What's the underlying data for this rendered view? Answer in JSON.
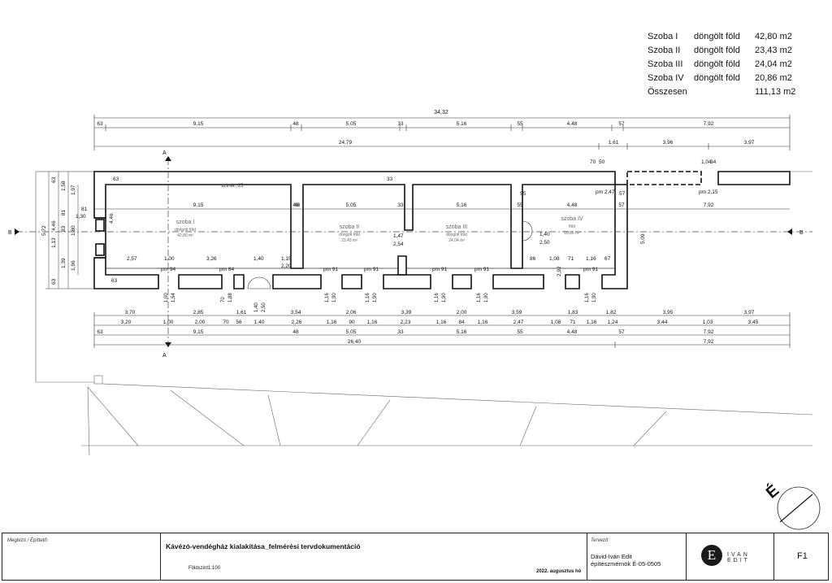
{
  "areas": {
    "rows": [
      {
        "name": "Szoba I",
        "floor": "döngölt föld",
        "area": "42,80 m2"
      },
      {
        "name": "Szoba II",
        "floor": "döngölt föld",
        "area": "23,43 m2"
      },
      {
        "name": "Szoba III",
        "floor": "döngölt föld",
        "area": "24,04 m2"
      },
      {
        "name": "Szoba IV",
        "floor": "döngölt föld",
        "area": "20,86 m2"
      }
    ],
    "total_label": "Összesen",
    "total_value": "111,13 m2"
  },
  "dims": {
    "overall": "34,32",
    "row2": [
      "63",
      "9,15",
      "48",
      "5,05",
      "33",
      "5,16",
      "55",
      "4,48",
      "57",
      "7,92"
    ],
    "row3": [
      "24,79",
      "1,61",
      "3,96",
      "3,97"
    ],
    "inner": [
      "9,15",
      "48",
      "5,05",
      "33",
      "5,16",
      "55",
      "4,48",
      "57",
      "7,92"
    ],
    "b1": [
      "3,70",
      "2,85",
      "1,61",
      "3,54",
      "2,06",
      "3,39",
      "2,00",
      "3,59",
      "1,83",
      "1,82",
      "3,95",
      "3,97"
    ],
    "b2": [
      "3,20",
      "1,00",
      "2,00",
      "70",
      "56",
      "1,40",
      "2,26",
      "1,16",
      "90",
      "1,16",
      "2,23",
      "1,16",
      "84",
      "1,16",
      "2,47",
      "1,08",
      "71",
      "1,16",
      "1,24",
      "3,44",
      "1,03",
      "3,45"
    ],
    "b3": [
      "63",
      "9,15",
      "48",
      "5,05",
      "33",
      "5,16",
      "55",
      "4,48",
      "57",
      "7,92"
    ],
    "b4": [
      "26,40",
      "7,92"
    ],
    "left": [
      "5,72",
      "4,46",
      "1,58",
      "1,97",
      "63",
      "81",
      "1,13",
      "83",
      "1,80",
      "1,39",
      "1,96",
      "63"
    ],
    "misc": [
      "1,30",
      "81",
      "4,46",
      "2,57",
      "1,00",
      "3,26",
      "1,40",
      "1,15",
      "2,20",
      "1,47",
      "2,54",
      "1,40",
      "2,50",
      "86",
      "1,08",
      "71",
      "1,16",
      "67",
      "2,92",
      "5,09",
      "70",
      "50",
      "1,04",
      "34",
      "63",
      "48",
      "33",
      "55",
      "57",
      "63"
    ],
    "openings": [
      "pm 94",
      "pm 84",
      "pm 91",
      "pm 91",
      "pm 91",
      "pm 91",
      "pm 91",
      "pm 2,47",
      "pm 2,15"
    ],
    "sills": [
      "1,00",
      "1,54",
      "70",
      "1,88",
      "1,40",
      "2,50",
      "1,16",
      "1,90",
      "1,16",
      "1,90",
      "1,16",
      "1,90",
      "1,16",
      "1,90",
      "1,16",
      "1,90"
    ],
    "level": "szintk.:15"
  },
  "rooms": [
    {
      "name": "szoba I",
      "floor": "döngölt föld",
      "area": "42,80 m²"
    },
    {
      "name": "szoba II",
      "floor": "döngölt föld",
      "area": "23,43 m²"
    },
    {
      "name": "szoba III",
      "floor": "döngölt föld",
      "area": "24,04 m²"
    },
    {
      "name": "szoba IV",
      "floor": "föld",
      "area": "20,86 m²"
    }
  ],
  "sections": {
    "a": "A",
    "b": "B"
  },
  "north_label": "É",
  "title_block": {
    "client_label": "Megbízó / Építtető:",
    "project_title": "Kávézó-vendégház kialakítása_felmérési tervdokumentáció",
    "drawing_name": "Földszint",
    "scale": "1:100",
    "date": "2022. augusztus hó",
    "designer_label": "Tervező:",
    "designer_name": "Dávid-Iván Edit",
    "designer_reg": "építészmérnök É-05-0505",
    "logo_letter": "E",
    "logo_text": "IVAN EDIT",
    "sheet": "F1"
  }
}
